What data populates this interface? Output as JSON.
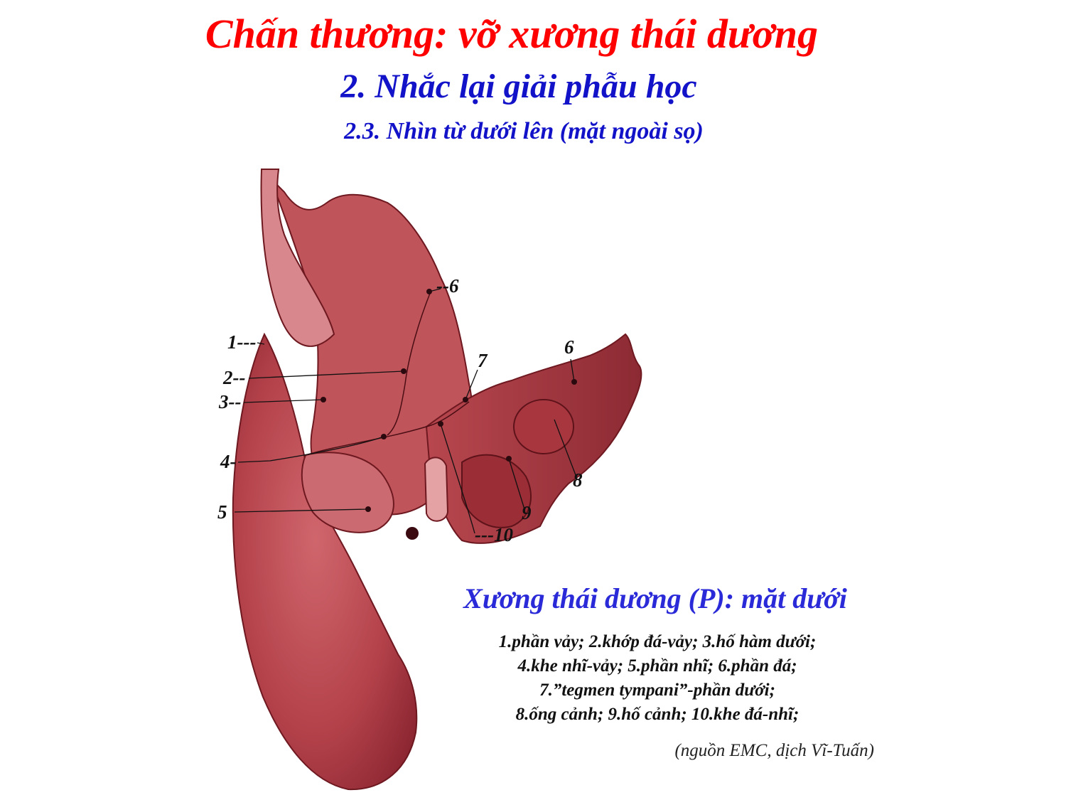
{
  "slide": {
    "title": "Chấn thương: vỡ xương thái dương",
    "section": "2. Nhắc lại giải phẫu học",
    "subsection": "2.3. Nhìn từ dưới lên (mặt ngoài sọ)"
  },
  "figure": {
    "labels": {
      "l1": "1---",
      "l2": "2--",
      "l3": "3--",
      "l4": "4-",
      "l5": "5",
      "l6a": "--6",
      "l6b": "6",
      "l7": "7",
      "l8": "8",
      "l9": "9",
      "l10": "---10"
    },
    "caption_title": "Xương thái dương (P): mặt dưới",
    "legend_lines": [
      "1.phần vảy; 2.khớp đá-vảy; 3.hố hàm dưới;",
      "4.khe nhĩ-vảy; 5.phần nhĩ; 6.phần đá;",
      "7.”tegmen tympani”-phần dưới;",
      "8.ống cảnh; 9.hố cảnh; 10.khe đá-nhĩ;"
    ],
    "source": "(nguồn EMC, dịch Vĩ-Tuấn)"
  },
  "colors": {
    "title": "#ff0000",
    "heading": "#1212c8",
    "bone": "#b8474f",
    "bone_dark": "#7a1c24",
    "bone_light": "#d77a80"
  }
}
